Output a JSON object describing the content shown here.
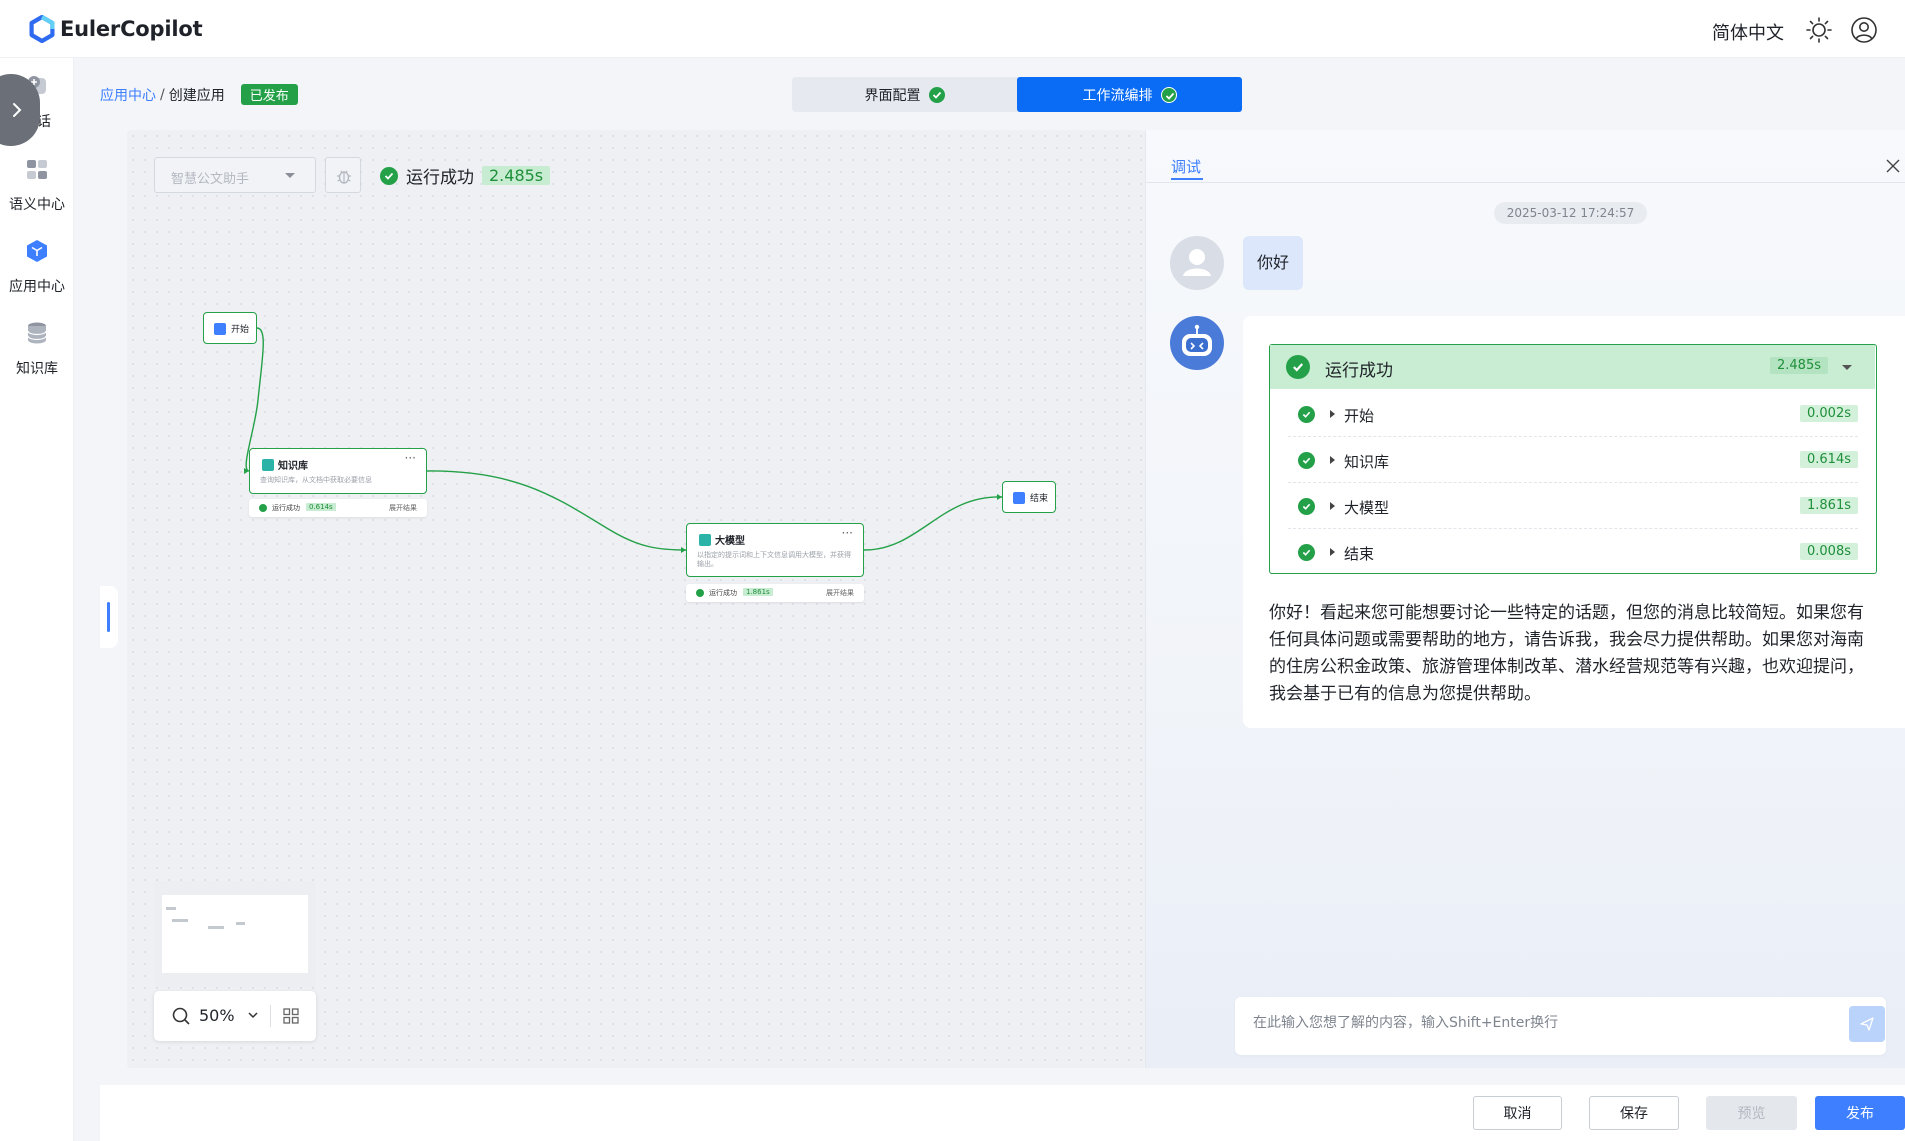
{
  "header": {
    "app_title": "EulerCopilot",
    "language": "简体中文",
    "icons": {
      "logo": "eulercopilot-logo",
      "theme": "sun-icon",
      "user": "user-circle-icon"
    }
  },
  "sidebar": {
    "items": [
      {
        "label": "对话",
        "icon": "chat-add-icon"
      },
      {
        "label": "语义中心",
        "icon": "plugin-icon"
      },
      {
        "label": "应用中心",
        "icon": "app-cube-icon"
      },
      {
        "label": "知识库",
        "icon": "database-icon"
      }
    ],
    "collapse_icon": "chevron-right-icon"
  },
  "breadcrumb": {
    "root": "应用中心",
    "separator": "/",
    "current": "创建应用",
    "badge": "已发布"
  },
  "tabs": [
    {
      "label": "界面配置",
      "checked": true
    },
    {
      "label": "工作流编排",
      "checked": true,
      "active": true
    }
  ],
  "canvas": {
    "workflow_select": "智慧公文助手",
    "run_status": "运行成功",
    "run_time": "2.485s",
    "zoom": "50%",
    "nodes": {
      "start": {
        "label": "开始"
      },
      "end": {
        "label": "结束"
      },
      "knowledge": {
        "label": "知识库",
        "desc": "查询知识库，从文档中获取必要信息",
        "status": "运行成功",
        "time": "0.614s",
        "expand": "展开结果"
      },
      "llm": {
        "label": "大模型",
        "desc": "以指定的提示词和上下文信息调用大模型，并获得输出。",
        "status": "运行成功",
        "time": "1.861s",
        "expand": "展开结果"
      }
    }
  },
  "debug_panel": {
    "tab": "调试",
    "timestamp": "2025-03-12 17:24:57",
    "user_message": "你好",
    "run_summary": {
      "title": "运行成功",
      "time": "2.485s"
    },
    "steps": [
      {
        "name": "开始",
        "time": "0.002s"
      },
      {
        "name": "知识库",
        "time": "0.614s"
      },
      {
        "name": "大模型",
        "time": "1.861s"
      },
      {
        "name": "结束",
        "time": "0.008s"
      }
    ],
    "answer": "你好！看起来您可能想要讨论一些特定的话题，但您的消息比较简短。如果您有任何具体问题或需要帮助的地方，请告诉我，我会尽力提供帮助。如果您对海南的住房公积金政策、旅游管理体制改革、潜水经营规范等有兴趣，也欢迎提问，我会基于已有的信息为您提供帮助。",
    "input_placeholder": "在此输入您想了解的内容，输入Shift+Enter换行"
  },
  "footer": {
    "cancel": "取消",
    "save": "保存",
    "preview": "预览",
    "publish": "发布"
  },
  "colors": {
    "primary": "#3d7fff",
    "tab_active": "#0a6cf5",
    "success": "#24a148",
    "success_bg": "#c9edd3"
  }
}
